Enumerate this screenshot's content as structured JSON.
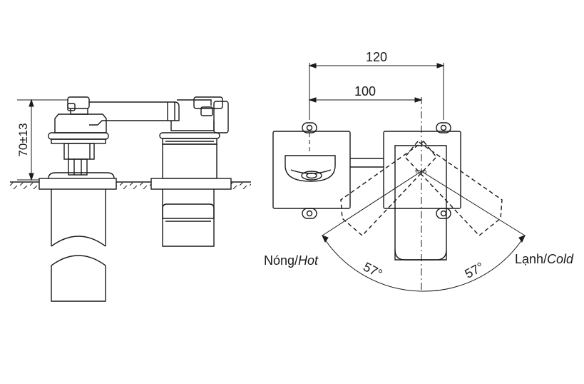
{
  "labels": {
    "height_dim": "70±13",
    "dim_120": "120",
    "dim_100": "100",
    "hot_label_main": "Nóng/",
    "hot_label_italic": "Hot",
    "cold_label_main": "Lạnh/",
    "cold_label_italic": "Cold",
    "angle_left": "57°",
    "angle_right": "57°",
    "brand_mark": "TOTO"
  },
  "colors": {
    "line": "#1a1a1a",
    "background": "#ffffff"
  }
}
